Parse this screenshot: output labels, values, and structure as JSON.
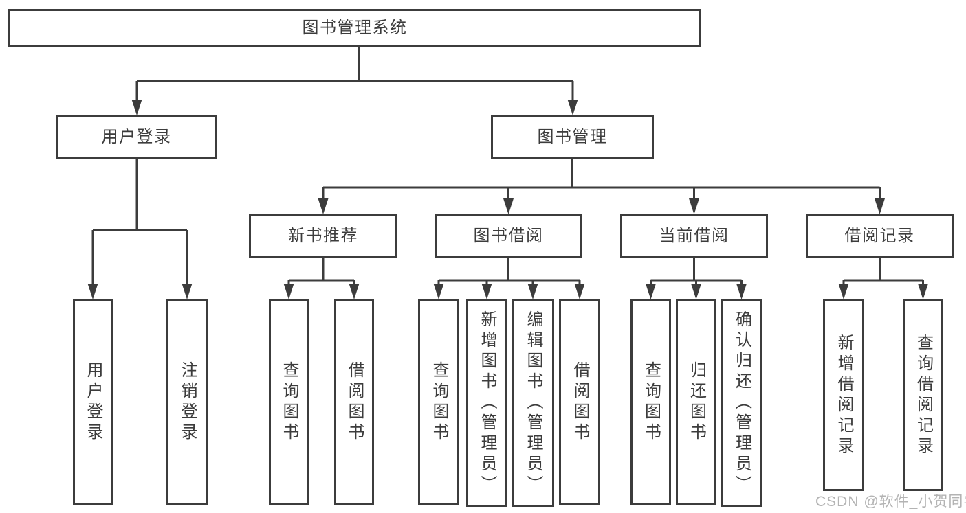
{
  "page": {
    "background": "#ffffff",
    "watermark": "CSDN @软件_小贺同学"
  },
  "diagram": {
    "type": "tree",
    "title": "图书管理系统",
    "line_color": "#3c3c3c",
    "text_color": "#3c3c3c",
    "watermark_color": "#b3b3b3",
    "nodes": {
      "root": {
        "label": "图书管理系统"
      },
      "user_login": {
        "label": "用户登录"
      },
      "book_mgmt": {
        "label": "图书管理"
      },
      "new_book_rec": {
        "label": "新书推荐"
      },
      "book_borrow": {
        "label": "图书借阅"
      },
      "current_borrow": {
        "label": "当前借阅"
      },
      "borrow_record": {
        "label": "借阅记录"
      },
      "login": {
        "label": "用户登录"
      },
      "logout": {
        "label": "注销登录"
      },
      "rec_query": {
        "label": "查询图书"
      },
      "rec_borrow": {
        "label": "借阅图书"
      },
      "bb_query": {
        "label": "查询图书"
      },
      "bb_add": {
        "label": "新增图书（管理员）"
      },
      "bb_edit": {
        "label": "编辑图书（管理员）"
      },
      "bb_borrow": {
        "label": "借阅图书"
      },
      "cb_query": {
        "label": "查询图书"
      },
      "cb_return": {
        "label": "归还图书"
      },
      "cb_confirm": {
        "label": "确认归还（管理员）"
      },
      "br_add": {
        "label": "新增借阅记录"
      },
      "br_query": {
        "label": "查询借阅记录"
      }
    },
    "hierarchy": {
      "root": [
        "user_login",
        "book_mgmt"
      ],
      "user_login": [
        "login",
        "logout"
      ],
      "book_mgmt": [
        "new_book_rec",
        "book_borrow",
        "current_borrow",
        "borrow_record"
      ],
      "new_book_rec": [
        "rec_query",
        "rec_borrow"
      ],
      "book_borrow": [
        "bb_query",
        "bb_add",
        "bb_edit",
        "bb_borrow"
      ],
      "current_borrow": [
        "cb_query",
        "cb_return",
        "cb_confirm"
      ],
      "borrow_record": [
        "br_add",
        "br_query"
      ]
    }
  }
}
